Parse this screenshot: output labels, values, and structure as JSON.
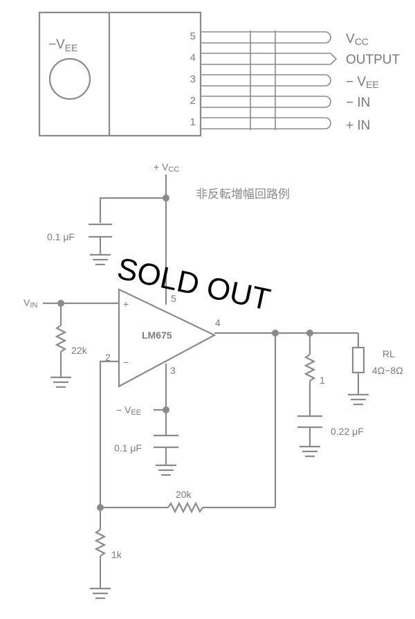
{
  "package": {
    "tab_label": "−V",
    "tab_label_sub": "EE",
    "pins": [
      {
        "num": "5",
        "label": "V",
        "label_sub": "CC"
      },
      {
        "num": "4",
        "label": "OUTPUT",
        "label_sub": ""
      },
      {
        "num": "3",
        "label": "− V",
        "label_sub": "EE"
      },
      {
        "num": "2",
        "label": "− IN",
        "label_sub": ""
      },
      {
        "num": "1",
        "label": "+ IN",
        "label_sub": ""
      }
    ]
  },
  "circuit": {
    "title": "非反転増幅回路例",
    "vcc_label": "+ V",
    "vcc_sub": "CC",
    "vee_label": "− V",
    "vee_sub": "EE",
    "vin_label": "V",
    "vin_sub": "IN",
    "opamp_name": "LM675",
    "plus_sign": "+",
    "minus_sign": "−",
    "pin5": "5",
    "pin4": "4",
    "pin3": "3",
    "pin2": "2",
    "cap_top": "0.1 μF",
    "cap_bottom": "0.1 μF",
    "cap_out": "0.22 μF",
    "r_in": "22k",
    "r_zobel": "1",
    "r_feedback": "20k",
    "r_ground": "1k",
    "load_name": "RL",
    "load_value": "4Ω−8Ω"
  },
  "stamp": {
    "text": "SOLD OUT",
    "color": "#000000"
  }
}
